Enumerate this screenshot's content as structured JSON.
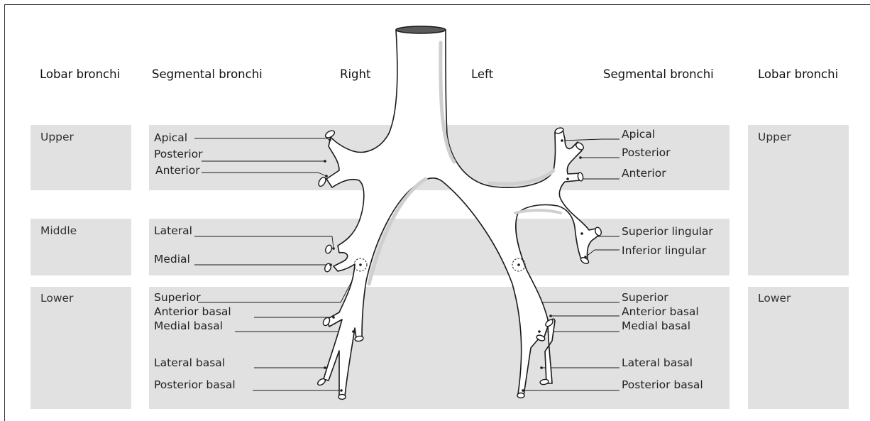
{
  "headers": {
    "lobar_left": "Lobar bronchi",
    "segmental_left": "Segmental bronchi",
    "right": "Right",
    "left": "Left",
    "segmental_right": "Segmental bronchi",
    "lobar_right": "Lobar bronchi"
  },
  "lobes_left": {
    "upper": "Upper",
    "middle": "Middle",
    "lower": "Lower"
  },
  "lobes_right": {
    "upper": "Upper",
    "lower": "Lower"
  },
  "segments_right_lung": {
    "apical": "Apical",
    "posterior": "Posterior",
    "anterior": "Anterior",
    "lateral": "Lateral",
    "medial": "Medial",
    "superior": "Superior",
    "anterior_basal": "Anterior basal",
    "medial_basal": "Medial basal",
    "lateral_basal": "Lateral  basal",
    "posterior_basal": "Posterior  basal"
  },
  "segments_left_lung": {
    "apical": "Apical",
    "posterior": "Posterior",
    "anterior": "Anterior",
    "superior_lingular": "Superior lingular",
    "inferior_lingular": "Inferior lingular",
    "superior": "Superior",
    "anterior_basal": "Anterior basal",
    "medial_basal": "Medial basal",
    "lateral_basal": "Lateral  basal",
    "posterior_basal": "Posterior  basal"
  },
  "colors": {
    "band": "#e1e1e1",
    "outline": "#1a1a1a",
    "bronchus_fill": "#ffffff",
    "shadow": "#d0d0d0",
    "trachea_opening": "#5a5a5a"
  }
}
